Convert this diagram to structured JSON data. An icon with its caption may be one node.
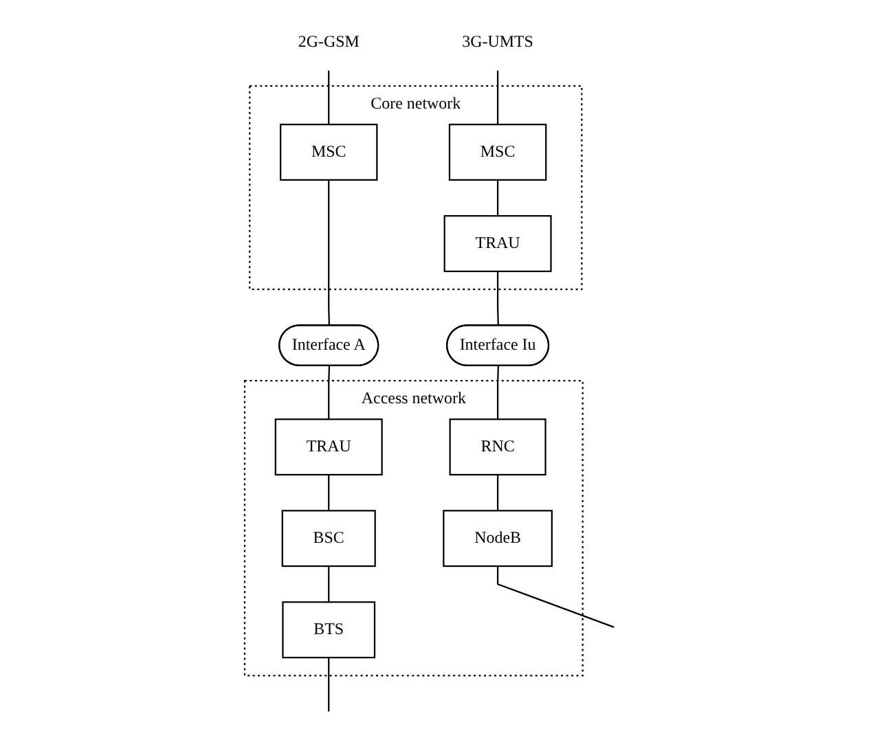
{
  "diagram": {
    "nodes": [
      {
        "text": [
          "2G-GSM"
        ]
      },
      {
        "text": [
          "3G-UMTS"
        ]
      },
      {
        "text": [
          "Core network"
        ]
      },
      {
        "text": [
          "MSC"
        ],
        "in": 2
      },
      {
        "text": [
          "MSC"
        ],
        "in": 2
      },
      {
        "text": [
          "TRAU"
        ],
        "in": 2
      },
      {
        "text": [
          "Interface A"
        ]
      },
      {
        "text": [
          "Interface Iu"
        ]
      },
      {
        "text": [
          "Access network"
        ]
      },
      {
        "text": [
          "TRAU"
        ],
        "in": 8
      },
      {
        "text": [
          "BSC"
        ],
        "in": 8
      },
      {
        "text": [
          "RNC"
        ],
        "in": 8
      },
      {
        "text": [
          "BTS"
        ],
        "in": 8
      },
      {
        "text": [
          "NodeB"
        ],
        "in": 8
      }
    ],
    "edges": [
      {
        "from": 0,
        "to": 3,
        "arrow": "none"
      },
      {
        "from": 1,
        "to": 4,
        "arrow": "none"
      },
      {
        "from": 4,
        "to": 5,
        "arrow": "none"
      },
      {
        "from": 3,
        "to": 6,
        "arrow": "none"
      },
      {
        "from": 6,
        "to": 9,
        "arrow": "none"
      },
      {
        "from": 5,
        "to": 7,
        "arrow": "none"
      },
      {
        "from": 7,
        "to": 11,
        "arrow": "none"
      },
      {
        "from": 9,
        "to": 10,
        "arrow": "none"
      },
      {
        "from": 10,
        "to": 12,
        "arrow": "none"
      },
      {
        "from": 11,
        "to": 13,
        "arrow": "none"
      },
      {
        "from": 12,
        "to": null,
        "arrow": "none"
      },
      {
        "from": 13,
        "to": null,
        "arrow": "none"
      }
    ]
  }
}
